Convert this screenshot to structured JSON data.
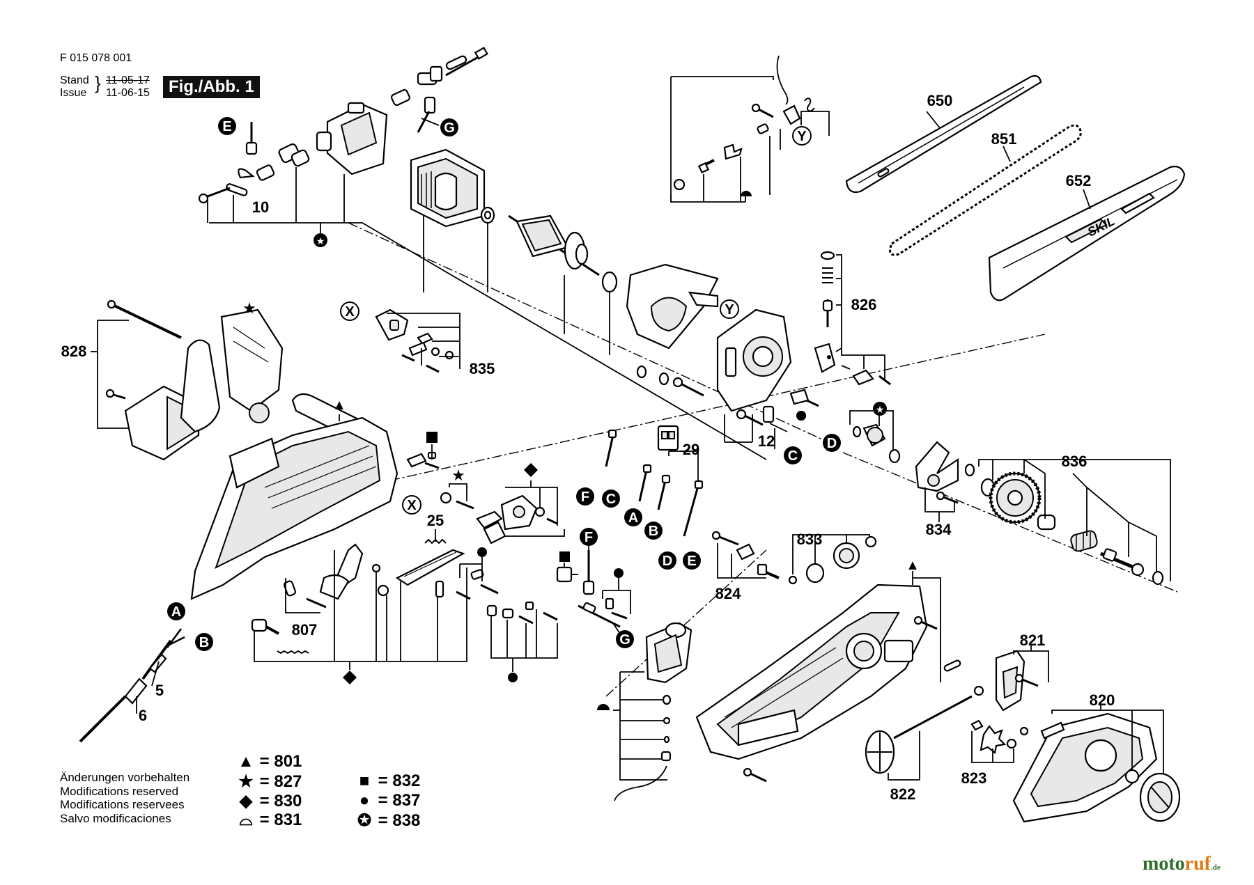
{
  "header": {
    "doc_number": "F 015 078 001",
    "stand_label": "Stand",
    "issue_label": "Issue",
    "stand_date": "11-05-17",
    "issue_date": "11-06-15",
    "figure_label": "Fig./Abb. 1"
  },
  "part_numbers": {
    "p650": "650",
    "p851": "851",
    "p652": "652",
    "p826": "826",
    "p835": "835",
    "p828": "828",
    "p29": "29",
    "p12": "12",
    "p836": "836",
    "p834": "834",
    "p833": "833",
    "p824": "824",
    "p25": "25",
    "p807": "807",
    "p5": "5",
    "p6": "6",
    "p10": "10",
    "p821": "821",
    "p820": "820",
    "p823": "823",
    "p822": "822"
  },
  "ref_letters": {
    "A": "A",
    "B": "B",
    "C": "C",
    "D": "D",
    "E": "E",
    "F": "F",
    "G": "G",
    "X": "X",
    "Y": "Y"
  },
  "legend": [
    {
      "symbol": "▲",
      "icon": "triangle-icon",
      "value": "= 801"
    },
    {
      "symbol": "★",
      "icon": "star-icon",
      "value": "= 827"
    },
    {
      "symbol": "◆",
      "icon": "diamond-icon",
      "value": "= 830"
    },
    {
      "symbol": "⌓",
      "icon": "half-disc-icon",
      "value": "= 831"
    },
    {
      "symbol": "■",
      "icon": "square-icon",
      "value": "= 832"
    },
    {
      "symbol": "●",
      "icon": "dot-icon",
      "value": "= 837"
    },
    {
      "symbol": "✪",
      "icon": "circled-star-icon",
      "value": "= 838"
    }
  ],
  "notes": [
    "Änderungen vorbehalten",
    "Modifications reserved",
    "Modifications reservees",
    "Salvo modificaciones"
  ],
  "watermark": {
    "part1": "moto",
    "part2": "ruf",
    "tld": ".de"
  },
  "colors": {
    "ink": "#000000",
    "brand_green": "#2d6f2a",
    "brand_orange": "#e07a10"
  }
}
